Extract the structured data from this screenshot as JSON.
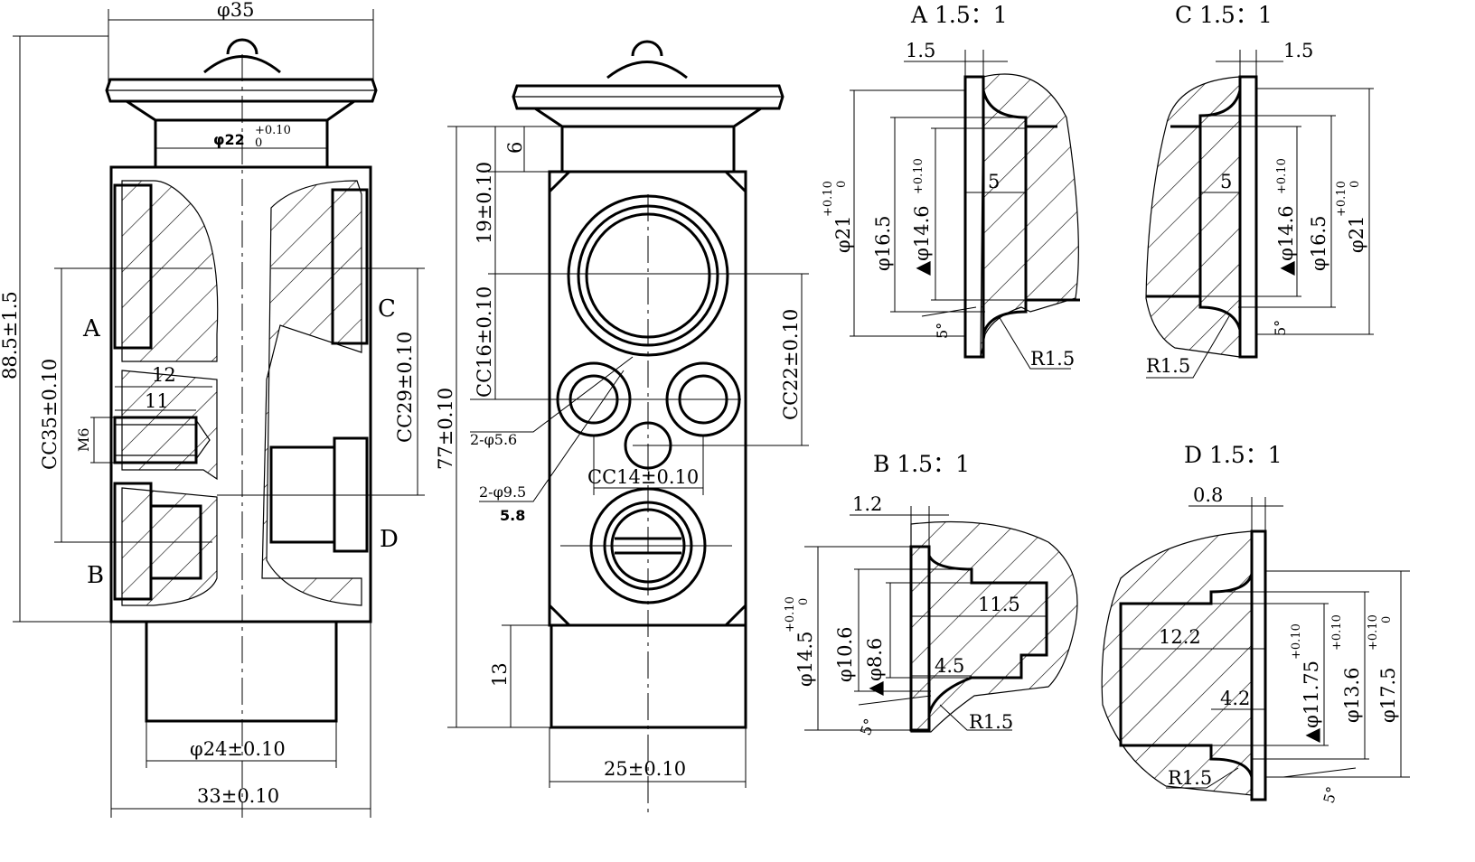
{
  "left_view": {
    "dia_top": "φ35",
    "dia_neck": "φ22",
    "neck_tol_upper": "+0.10",
    "neck_tol_lower": "0",
    "height": "88.5±1.5",
    "cc_a_b": "CC35±0.10",
    "cc_c_d": "CC29±0.10",
    "dim_12": "12",
    "dim_11": "11",
    "thread": "M6",
    "dia_stem": "φ24±0.10",
    "width": "33±0.10",
    "port_a": "A",
    "port_b": "B",
    "port_c": "C",
    "port_d": "D"
  },
  "front_view": {
    "dim_6": "6",
    "dim_19": "19±0.10",
    "cc_16": "CC16±0.10",
    "height": "77±0.10",
    "holes_small": "2-φ5.6",
    "holes_large": "2-φ9.5",
    "depth": "5.8",
    "cc_14": "CC14±0.10",
    "cc_22": "CC22±0.10",
    "dim_13": "13",
    "width": "25±0.10"
  },
  "detail_a": {
    "title": "A 1.5：1",
    "d1": "1.5",
    "dia_outer": "φ21",
    "dia_mid": "φ16.5",
    "dia_inner": "▲φ14.6",
    "tol_upper": "+0.10",
    "tol_lower": "0",
    "depth": "5",
    "angle": "5°",
    "radius": "R1.5"
  },
  "detail_c": {
    "title": "C 1.5：1",
    "d1": "1.5",
    "dia_outer": "φ21",
    "dia_mid": "φ16.5",
    "dia_inner": "▲φ14.6",
    "tol_upper": "+0.10",
    "tol_lower": "0",
    "depth": "5",
    "angle": "5°",
    "radius": "R1.5"
  },
  "detail_b": {
    "title": "B 1.5：1",
    "d1": "1.2",
    "dia_outer": "φ14.5",
    "dia_mid": "φ10.6",
    "dia_inner": "▲φ8.6",
    "tol_upper": "+0.10",
    "tol_lower": "0",
    "depth_long": "11.5",
    "depth_short": "4.5",
    "angle": "5°",
    "radius": "R1.5"
  },
  "detail_d": {
    "title": "D 1.5：1",
    "d1": "0.8",
    "depth_long": "12.2",
    "depth_short": "4.2",
    "dia_inner": "▲φ11.75",
    "dia_mid": "φ13.6",
    "dia_outer": "φ17.5",
    "tol_upper": "+0.10",
    "tol_lower": "0",
    "angle": "5°",
    "radius": "R1.5"
  }
}
